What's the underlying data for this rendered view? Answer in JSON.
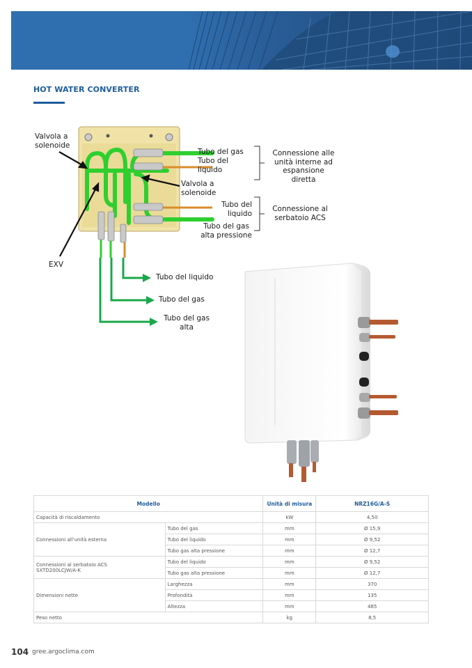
{
  "header": {
    "banner_image": "building-glass-facade-image",
    "section_title": "HOT WATER CONVERTER",
    "accent_color": "#1f5c9c"
  },
  "diagram": {
    "labels": {
      "solenoid_valve_left": [
        "Valvola a",
        "solenoide"
      ],
      "solenoid_valve_right": [
        "Valvola a",
        "solenoide"
      ],
      "exv": "EXV",
      "top_gas": "Tubo del gas",
      "top_liquid": [
        "Tubo del",
        "liquido"
      ],
      "bottom_liquid": [
        "Tubo del",
        "liquido"
      ],
      "bottom_gas_high": [
        "Tubo del gas",
        "alta pressione"
      ],
      "group_indoor": [
        "Connessione alle",
        "unità interne ad",
        "espansione",
        "diretta"
      ],
      "group_tank": [
        "Connessione al",
        "serbatoio ACS"
      ],
      "down_liquid": "Tubo del liquido",
      "down_gas": "Tubo del gas",
      "down_gas_high": [
        "Tubo del gas",
        "alta"
      ]
    },
    "colors": {
      "gas_pipe": "#2fcf2f",
      "liquid_pipe": "#d98c2b",
      "arrow": "#1aa84a",
      "board": "#f1e3a8"
    }
  },
  "product_image": "hot-water-converter-unit-photo",
  "table": {
    "headers": {
      "model": "Modello",
      "unit": "Unità di misura",
      "product": "NRZ16G/A-S"
    },
    "rows": {
      "capacity": {
        "label": "Capacità di riscaldamento",
        "unit": "kW",
        "value": "4,50"
      },
      "outdoor": {
        "label": "Connessioni all'unità esterna",
        "items": [
          {
            "sub": "Tubo del gas",
            "unit": "mm",
            "value": "Ø 15,9"
          },
          {
            "sub": "Tubo del liquido",
            "unit": "mm",
            "value": "Ø 9,52"
          },
          {
            "sub": "Tubo gas alta pressione",
            "unit": "mm",
            "value": "Ø 12,7"
          }
        ]
      },
      "tank": {
        "label": "Connessioni al serbatoio ACS",
        "label2": "SXTD200LCJW/A-K",
        "items": [
          {
            "sub": "Tubo del liquido",
            "unit": "mm",
            "value": "Ø 9,52"
          },
          {
            "sub": "Tubo gas alta pressione",
            "unit": "mm",
            "value": "Ø 12,7"
          }
        ]
      },
      "dimensions": {
        "label": "Dimensioni nette",
        "items": [
          {
            "sub": "Larghezza",
            "unit": "mm",
            "value": "370"
          },
          {
            "sub": "Profondità",
            "unit": "mm",
            "value": "135"
          },
          {
            "sub": "Altezza",
            "unit": "mm",
            "value": "485"
          }
        ]
      },
      "weight": {
        "label": "Peso netto",
        "unit": "kg",
        "value": "8,5"
      }
    }
  },
  "footer": {
    "page_number": "104",
    "url": "gree.argoclima.com"
  }
}
